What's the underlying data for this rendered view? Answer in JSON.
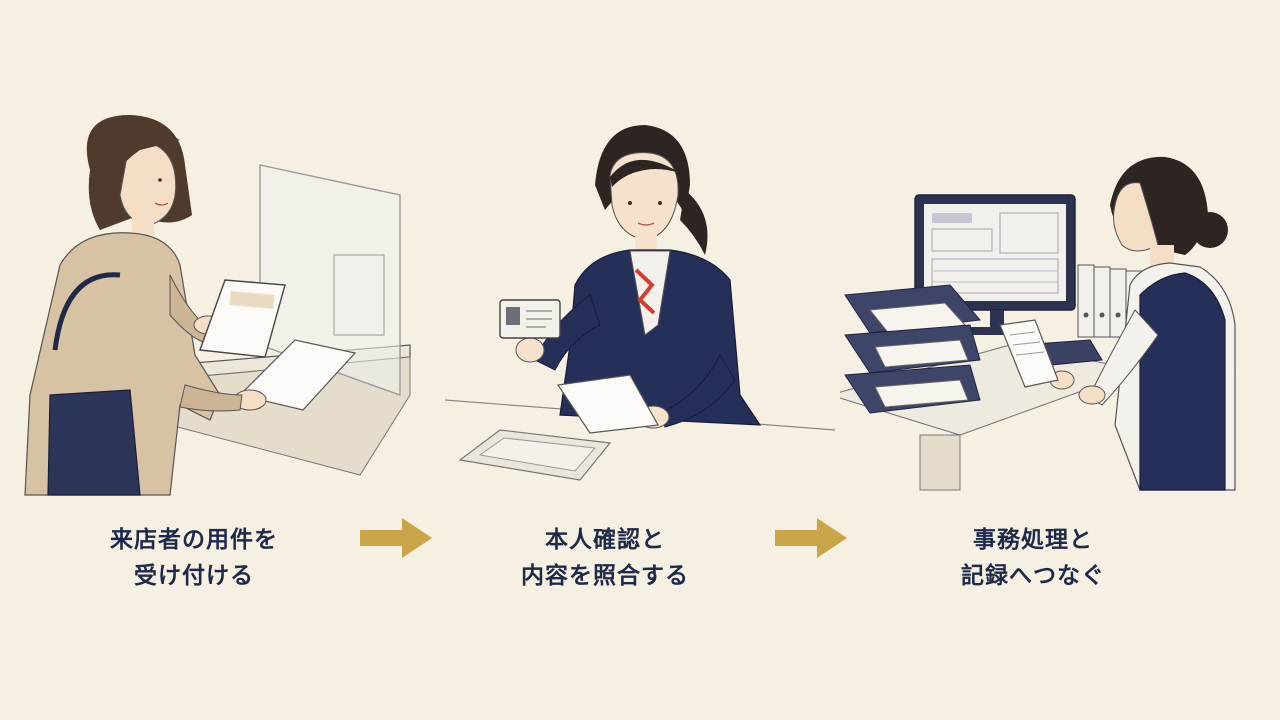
{
  "steps": [
    {
      "line1": "来店者の用件を",
      "line2": "受け付ける"
    },
    {
      "line1": "本人確認と",
      "line2": "内容を照合する"
    },
    {
      "line1": "事務処理と",
      "line2": "記録へつなぐ"
    }
  ],
  "colors": {
    "background": "#f6f0e2",
    "caption_text": "#1e2a4a",
    "arrow": "#c9a548",
    "navy_suit": "#24305a",
    "coat": "#d8c2a4",
    "accent_red": "#d0402e"
  },
  "icons": [
    "right-arrow-icon",
    "id-card-icon",
    "monitor-icon",
    "document-tray-icon",
    "binder-icon",
    "tote-bag-icon"
  ]
}
